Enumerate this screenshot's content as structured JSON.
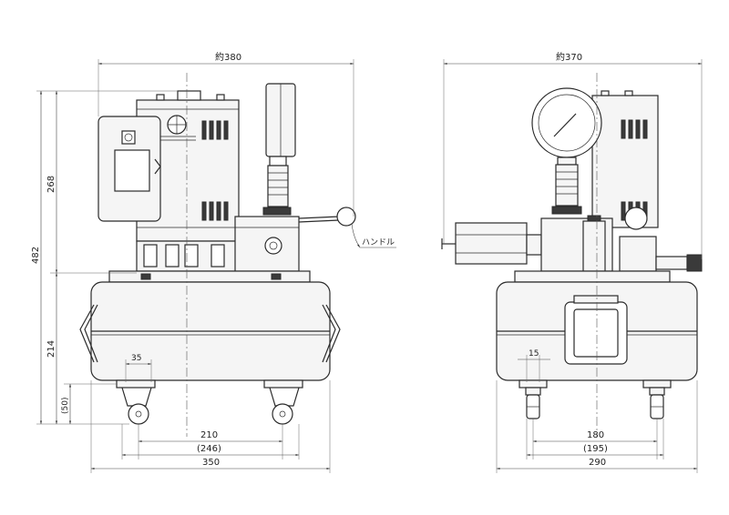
{
  "dimensions": {
    "front_width_top": "約380",
    "side_width_top": "約370",
    "front_total_height": "482",
    "front_upper_height": "268",
    "front_lower_height": "214",
    "caster_height": "(50)",
    "caster_width": "35",
    "caster_pitch": "210",
    "caster_overall": "(246)",
    "front_base_width": "350",
    "side_caster_width": "15",
    "side_caster_pitch": "180",
    "side_caster_overall": "(195)",
    "side_base_width": "290"
  },
  "labels": {
    "handle": "ハンドル"
  }
}
